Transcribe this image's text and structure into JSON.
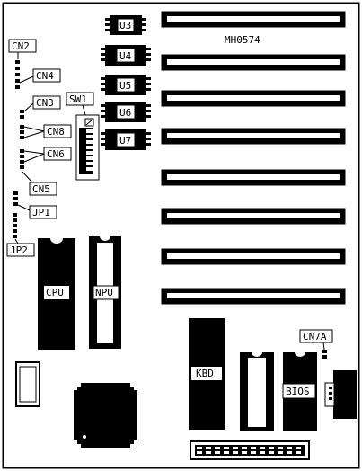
{
  "board_id": "MH0574",
  "labels": {
    "cn2": "CN2",
    "cn4": "CN4",
    "cn3": "CN3",
    "cn8": "CN8",
    "cn6": "CN6",
    "cn5": "CN5",
    "jp1": "JP1",
    "jp2": "JP2",
    "sw1": "SW1",
    "u3": "U3",
    "u4": "U4",
    "u5": "U5",
    "u6": "U6",
    "u7": "U7",
    "cpu": "CPU",
    "npu": "NPU",
    "kbd": "KBD",
    "bios": "BIOS",
    "cn7a": "CN7A"
  }
}
